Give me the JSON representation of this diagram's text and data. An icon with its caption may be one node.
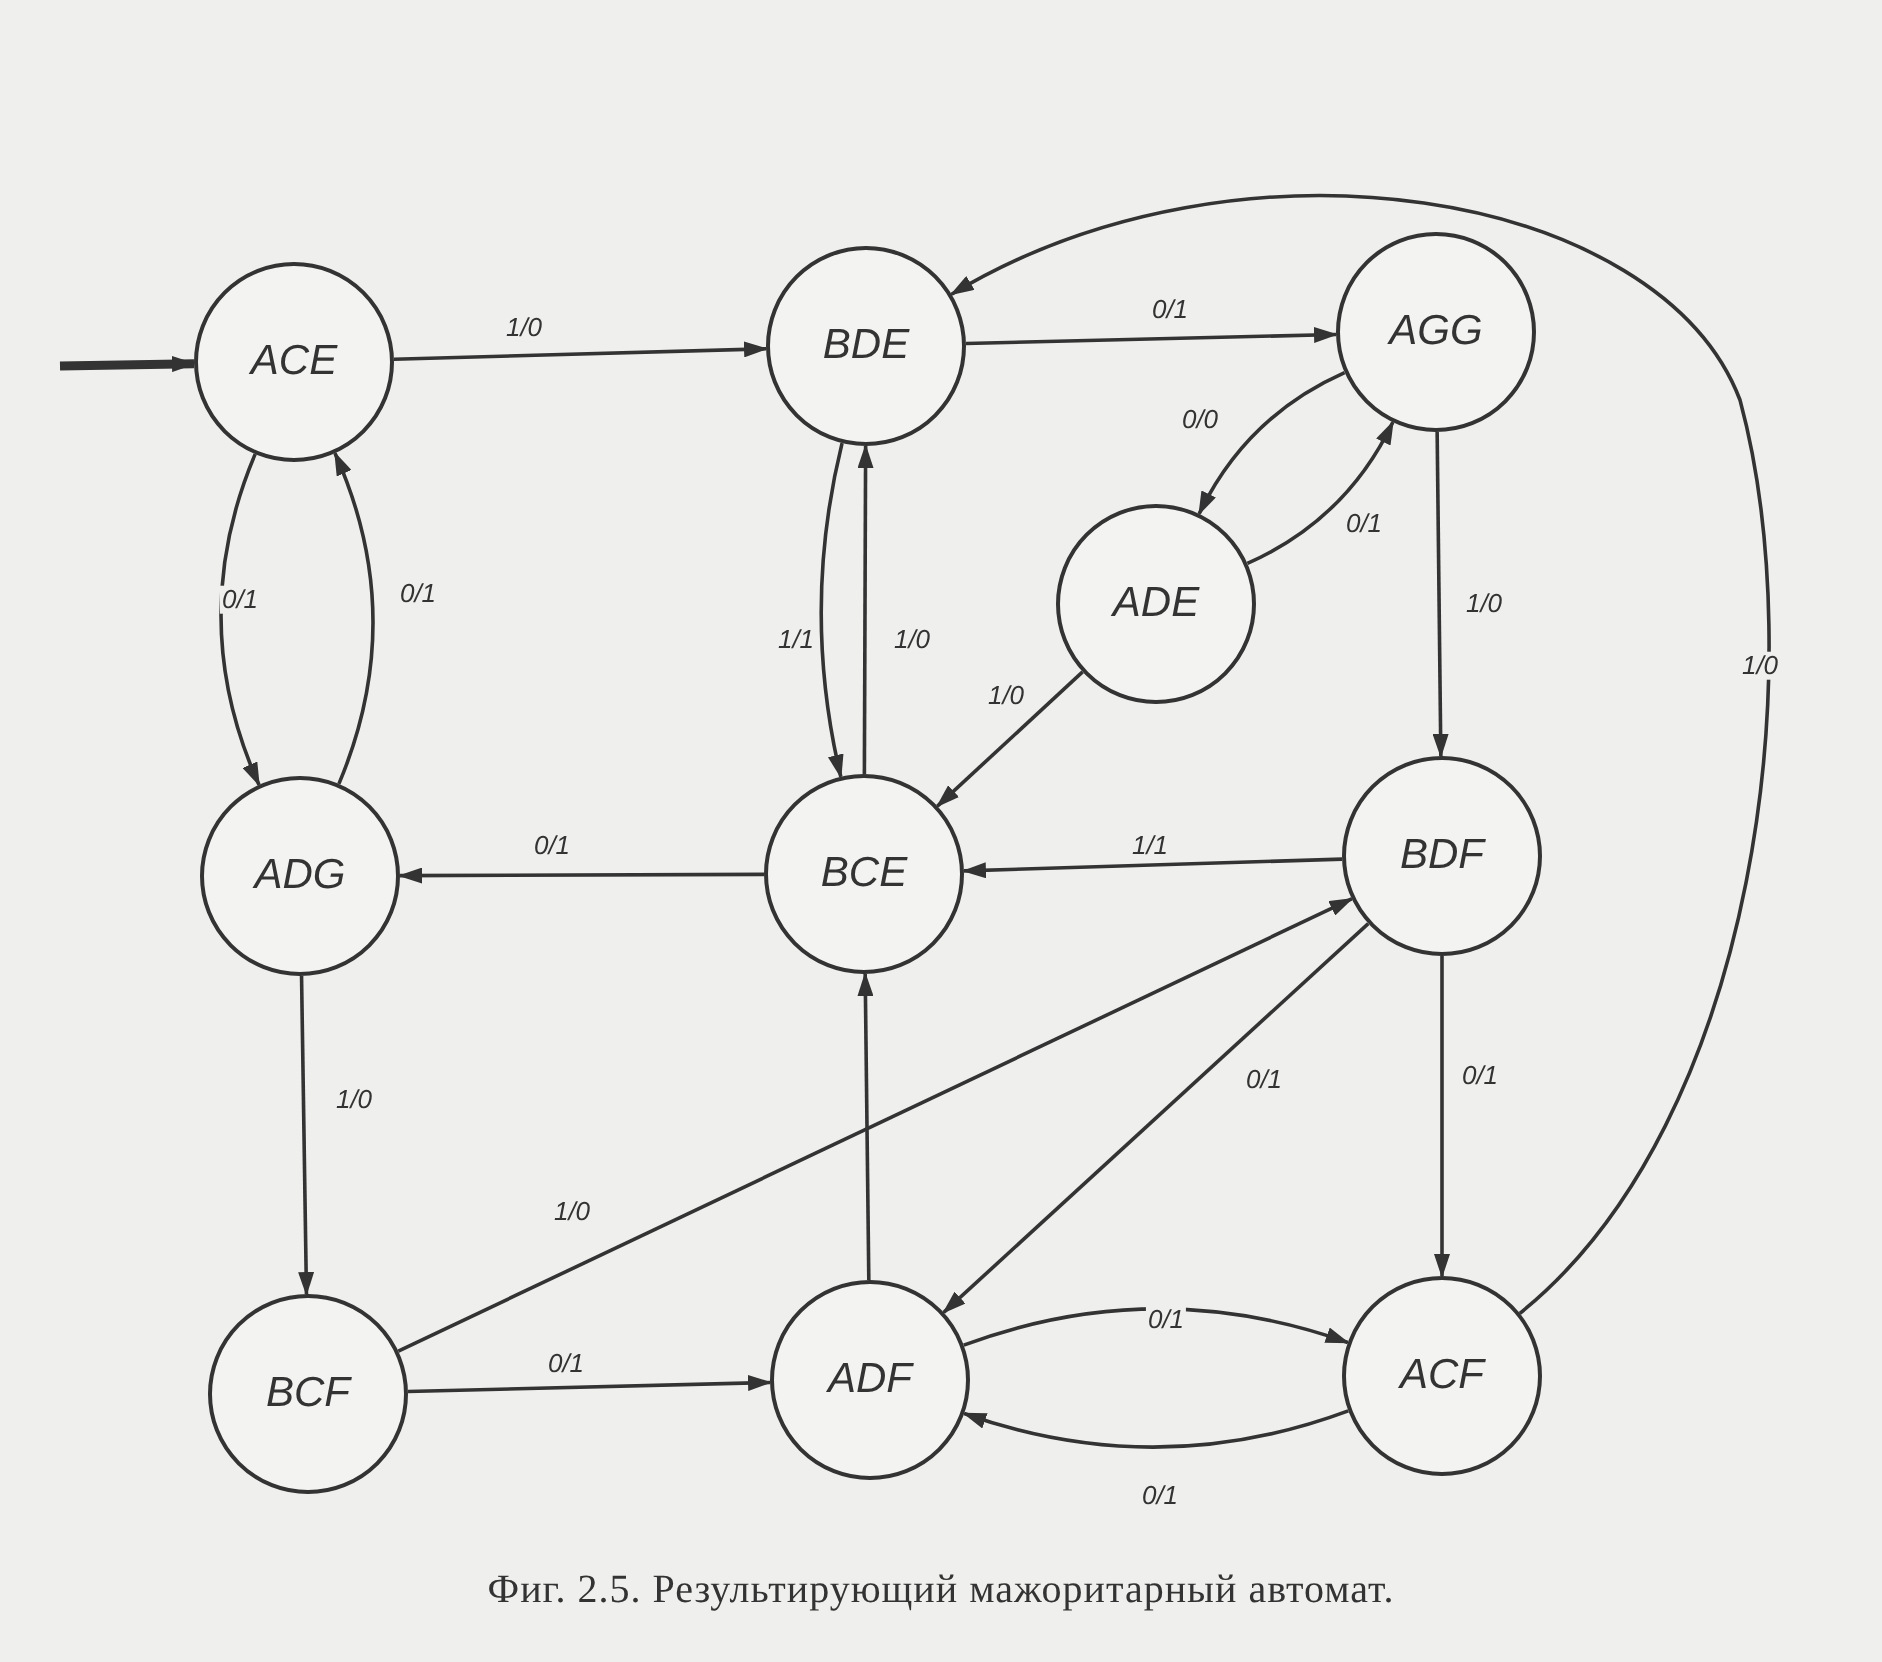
{
  "diagram": {
    "caption": "Фиг. 2.5. Результирующий мажоритарный автомат.",
    "nodes": [
      {
        "text": [
          "ACE"
        ]
      },
      {
        "text": [
          "BDE"
        ]
      },
      {
        "text": [
          "AGG"
        ]
      },
      {
        "text": [
          "ADE"
        ]
      },
      {
        "text": [
          "ADG"
        ]
      },
      {
        "text": [
          "BCE"
        ]
      },
      {
        "text": [
          "BDF"
        ]
      },
      {
        "text": [
          "BCF"
        ]
      },
      {
        "text": [
          "ADF"
        ]
      },
      {
        "text": [
          "ACF"
        ]
      }
    ],
    "edges": [
      {
        "from": null,
        "to": 0,
        "arrow": "to",
        "style": "thick"
      },
      {
        "from": 0,
        "to": 1,
        "arrow": "to",
        "label": "1/0"
      },
      {
        "from": 1,
        "to": 2,
        "arrow": "to",
        "label": "0/1"
      },
      {
        "from": 0,
        "to": 4,
        "arrow": "to",
        "label": "0/1"
      },
      {
        "from": 4,
        "to": 0,
        "arrow": "to",
        "label": "0/1"
      },
      {
        "from": 1,
        "to": 5,
        "arrow": "to",
        "label": "1/1"
      },
      {
        "from": 5,
        "to": 1,
        "arrow": "to",
        "label": "1/0"
      },
      {
        "from": 2,
        "to": 3,
        "arrow": "to",
        "label": "0/0"
      },
      {
        "from": 3,
        "to": 2,
        "arrow": "to",
        "label": "0/1"
      },
      {
        "from": 2,
        "to": 6,
        "arrow": "to",
        "label": "1/0"
      },
      {
        "from": 3,
        "to": 5,
        "arrow": "to",
        "label": "1/0"
      },
      {
        "from": 6,
        "to": 5,
        "arrow": "to",
        "label": "1/1"
      },
      {
        "from": 5,
        "to": 4,
        "arrow": "to",
        "label": "0/1"
      },
      {
        "from": 4,
        "to": 7,
        "arrow": "to",
        "label": "1/0"
      },
      {
        "from": 7,
        "to": 6,
        "arrow": "to",
        "label": "1/0"
      },
      {
        "from": 7,
        "to": 8,
        "arrow": "to",
        "label": "0/1"
      },
      {
        "from": 8,
        "to": 5,
        "arrow": "to"
      },
      {
        "from": 6,
        "to": 8,
        "arrow": "to",
        "label": "0/1"
      },
      {
        "from": 6,
        "to": 9,
        "arrow": "to",
        "label": "0/1"
      },
      {
        "from": 8,
        "to": 9,
        "arrow": "to",
        "label": "0/1"
      },
      {
        "from": 9,
        "to": 8,
        "arrow": "to",
        "label": "0/1"
      },
      {
        "from": 9,
        "to": 1,
        "arrow": "to",
        "label": "1/0"
      }
    ]
  }
}
